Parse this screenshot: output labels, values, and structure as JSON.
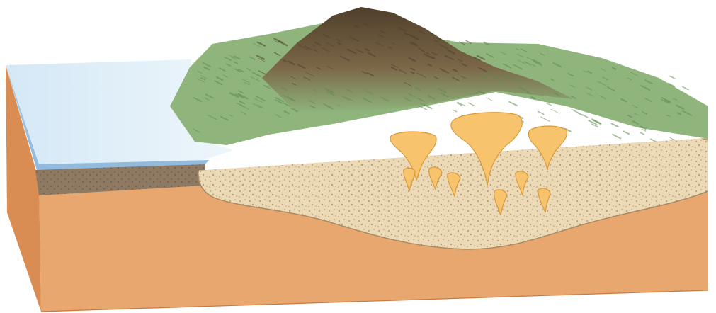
{
  "diagram": {
    "colors": {
      "background": "#ffffff",
      "bedrock_front": "#e9a770",
      "bedrock_side": "#d98d52",
      "bedrock_edge": "#c8793f",
      "sea_top": "#d4e8f6",
      "sea_shallow": "#eef6fb",
      "sea_front": "#a9cbe6",
      "sea_front_dark": "#8fb8dc",
      "sediment_dark": "#8e7a63",
      "sediment_dark_edge": "#6f5e4c",
      "batholith": "#ecd9b6",
      "batholith_edge": "#a88a62",
      "batholith_speckle": "#b79f7c",
      "pluton_fill": "#f7c46d",
      "pluton_edge": "#d9993a",
      "vegetation_green": "#8fb57c",
      "vegetation_dark_green": "#5f8a4e",
      "mountain_brown": "#7a6546",
      "mountain_dark": "#4f3f2b"
    },
    "plutons": [
      {
        "name": "pluton-large-center",
        "size": "large"
      },
      {
        "name": "pluton-left",
        "size": "medium"
      },
      {
        "name": "pluton-right",
        "size": "medium"
      },
      {
        "name": "dike-1",
        "size": "small"
      },
      {
        "name": "dike-2",
        "size": "small"
      },
      {
        "name": "dike-3",
        "size": "small"
      },
      {
        "name": "dike-4",
        "size": "small"
      },
      {
        "name": "dike-5",
        "size": "small"
      },
      {
        "name": "dike-6",
        "size": "small"
      }
    ]
  }
}
